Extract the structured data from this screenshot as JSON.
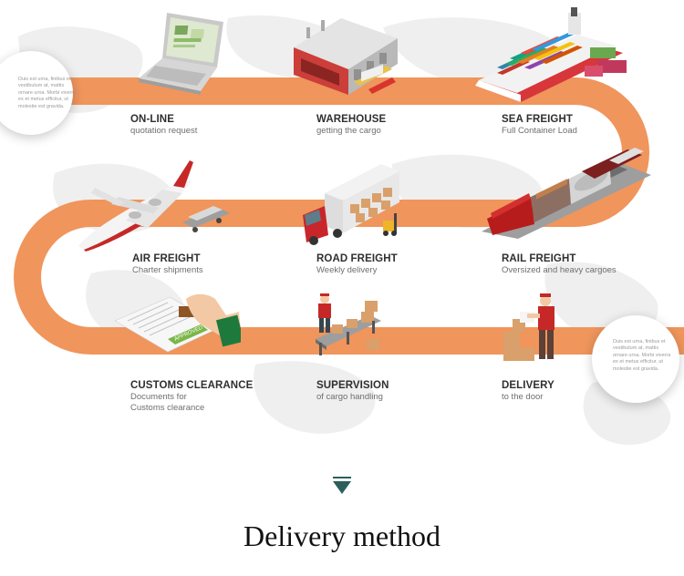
{
  "colors": {
    "path": "#f0955c",
    "path_dark": "#e67e3c",
    "map": "#ececec",
    "accent_teal": "#2b5f5c",
    "truck_red": "#c8262b",
    "box": "#d9a06b"
  },
  "steps": [
    {
      "title": "ON-LINE",
      "subtitle": "quotation request",
      "icon": "laptop-icon"
    },
    {
      "title": "WAREHOUSE",
      "subtitle": "getting the cargo",
      "icon": "warehouse-icon"
    },
    {
      "title": "SEA FREIGHT",
      "subtitle": "Full Container Load",
      "icon": "container-ship-icon"
    },
    {
      "title": "AIR FREIGHT",
      "subtitle": "Charter shipments",
      "icon": "airplane-icon"
    },
    {
      "title": "ROAD FREIGHT",
      "subtitle": "Weekly delivery",
      "icon": "truck-icon"
    },
    {
      "title": "RAIL FREIGHT",
      "subtitle": "Oversized and  heavy cargoes",
      "icon": "train-icon"
    },
    {
      "title": "CUSTOMS CLEARANCE",
      "subtitle": "Documents for\nCustoms clearance",
      "icon": "stamp-document-icon"
    },
    {
      "title": "SUPERVISION",
      "subtitle": "of cargo handling",
      "icon": "conveyor-worker-icon"
    },
    {
      "title": "DELIVERY",
      "subtitle": "to the door",
      "icon": "delivery-man-icon"
    }
  ],
  "bubbles": [
    {
      "text": "Duis est urna, finibus et vestibulum at, mattis ornare urna. Morbi viverra ex et metus efficitur, ut molestie est gravida."
    },
    {
      "text": "Duis est urna, finibus et vestibulum at, mattis ornare urna. Morbi viverra ex et metus efficitur, ut molestie est gravida."
    }
  ],
  "stamp_label": "APPROVED",
  "footer": {
    "title": "Delivery method"
  }
}
